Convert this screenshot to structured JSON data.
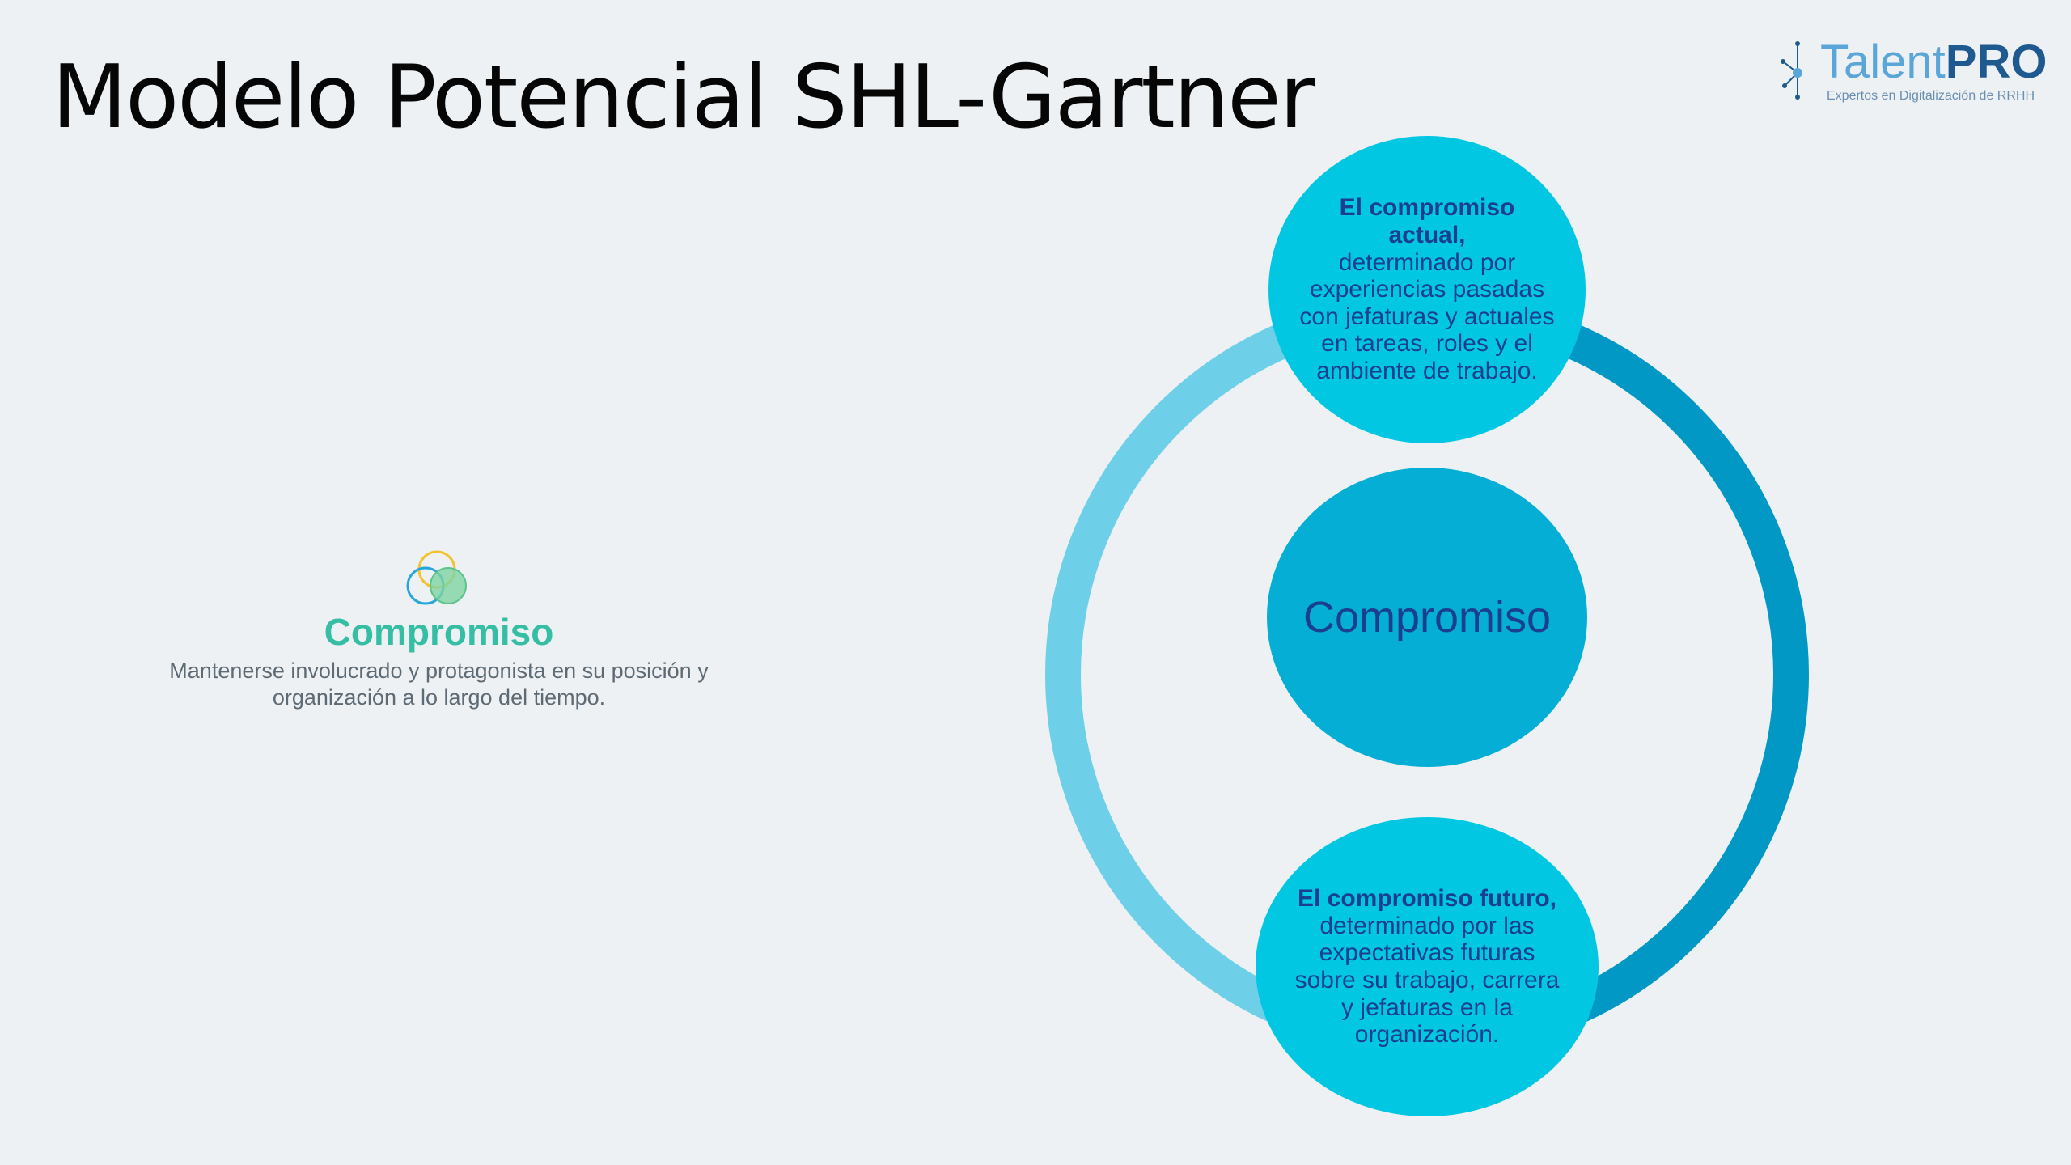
{
  "title": "Modelo Potencial SHL-Gartner",
  "logo": {
    "talent": "Talent",
    "pro": "PRO",
    "tagline": "Expertos en Digitalización de RRHH"
  },
  "left": {
    "icon": "venn-circles-icon",
    "heading": "Compromiso",
    "description": "Mantenerse involucrado y protagonista en su posición y organización a lo largo del tiempo."
  },
  "diagram": {
    "center_label": "Compromiso",
    "top": {
      "bold": "El compromiso actual,",
      "body": "determinado por experiencias pasadas con jefaturas y actuales en tareas, roles y el ambiente de trabajo."
    },
    "bottom": {
      "bold": "El compromiso futuro,",
      "body": "determinado por las expectativas futuras sobre su trabajo, carrera y jefaturas en la organización."
    }
  },
  "colors": {
    "background": "#edf1f4",
    "ring_left": "#6dd0e8",
    "ring_right": "#0198c6",
    "bubble_outer": "#02c7e2",
    "bubble_center": "#05aed5",
    "bubble_text": "#1a3f8e",
    "heading_accent": "#35bea4"
  }
}
